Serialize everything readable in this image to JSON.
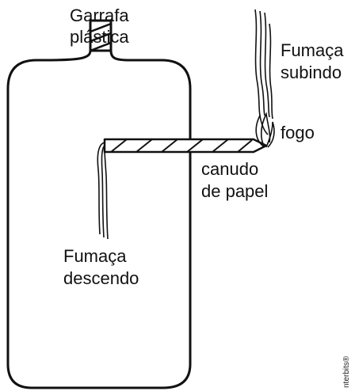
{
  "labels": {
    "bottle_line1": "Garrafa",
    "bottle_line2": "plástica",
    "smoke_up_line1": "Fumaça",
    "smoke_up_line2": "subindo",
    "fire": "fogo",
    "straw_line1": "canudo",
    "straw_line2": "de papel",
    "smoke_down_line1": "Fumaça",
    "smoke_down_line2": "descendo"
  },
  "credit": "nterbits®",
  "colors": {
    "stroke": "#111111",
    "background": "#ffffff"
  }
}
